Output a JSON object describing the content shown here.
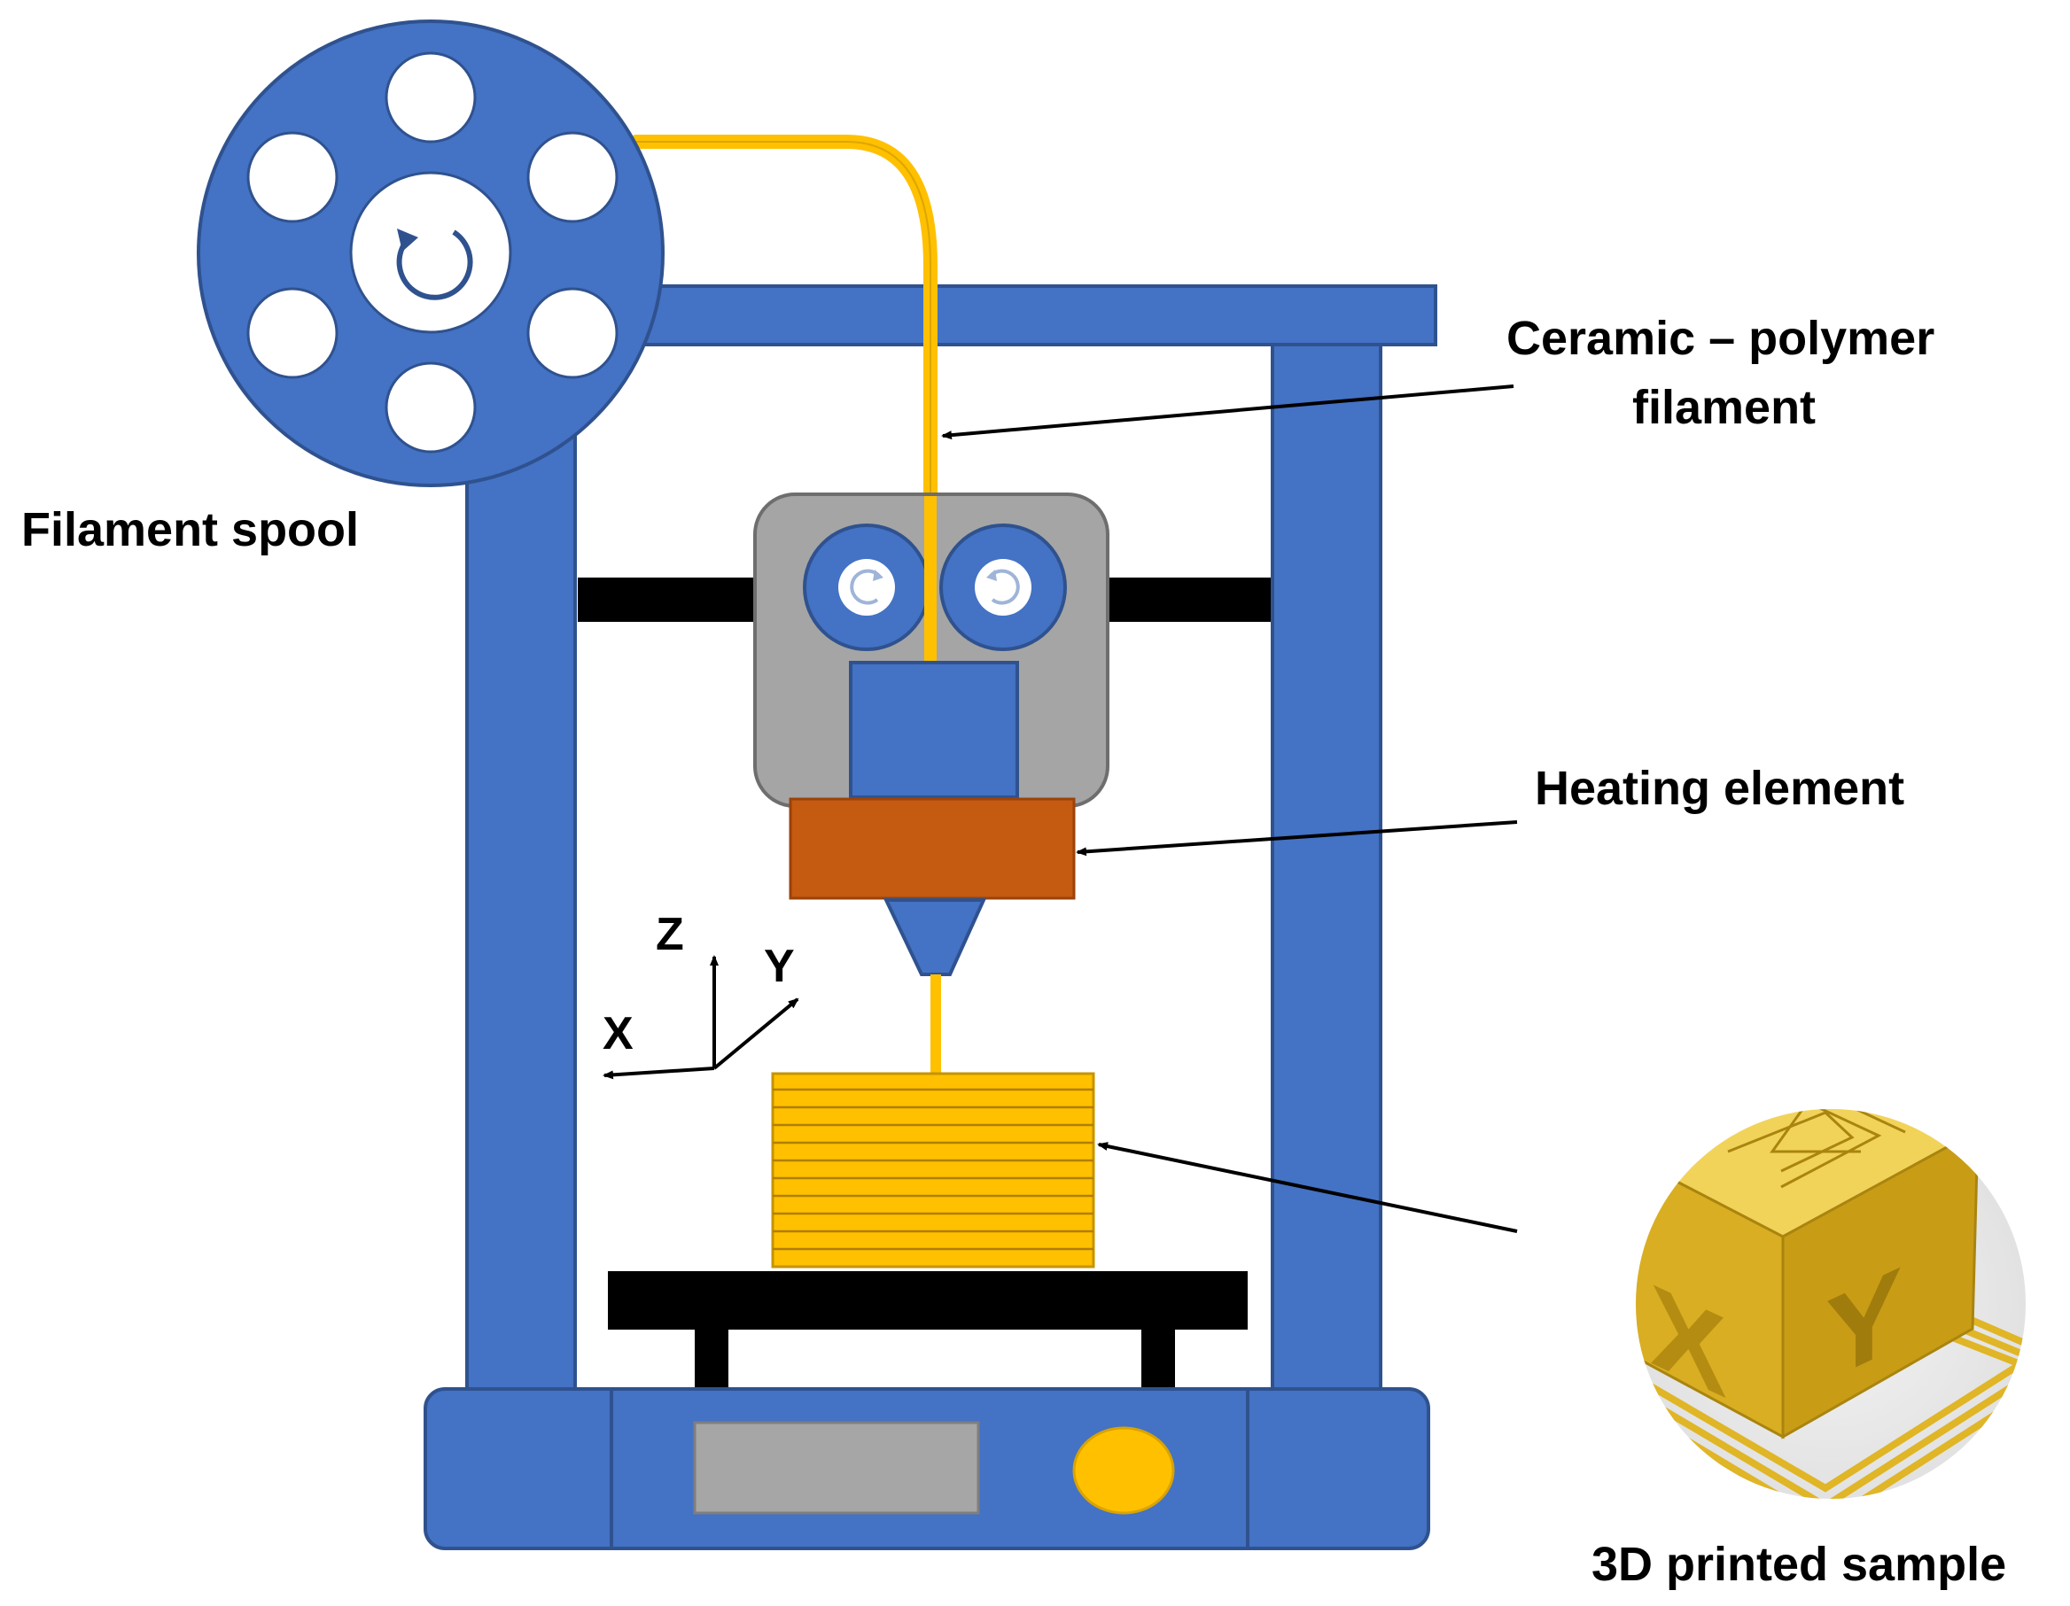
{
  "labels": {
    "filament_spool": "Filament spool",
    "filament_line1": "Ceramic – polymer",
    "filament_line2": "filament",
    "heating_element": "Heating element",
    "sample": "3D printed sample"
  },
  "axes": {
    "x": "X",
    "y": "Y",
    "z": "Z"
  },
  "sample_cube": {
    "face_left": "X",
    "face_right": "Y"
  },
  "colors": {
    "frame_blue": "#4472C4",
    "frame_outline": "#2F528F",
    "filament_orange": "#FFC000",
    "heater": "#C55A11",
    "extruder_gray": "#A5A5A5",
    "bed_black": "#000000",
    "display_gray": "#A6A6A6",
    "knob_yellow": "#FFC000",
    "sample_gold": "#E8C23A"
  },
  "icons": {
    "spool_hub": "rotate-icon",
    "drive_gears": "rotate-icon"
  }
}
